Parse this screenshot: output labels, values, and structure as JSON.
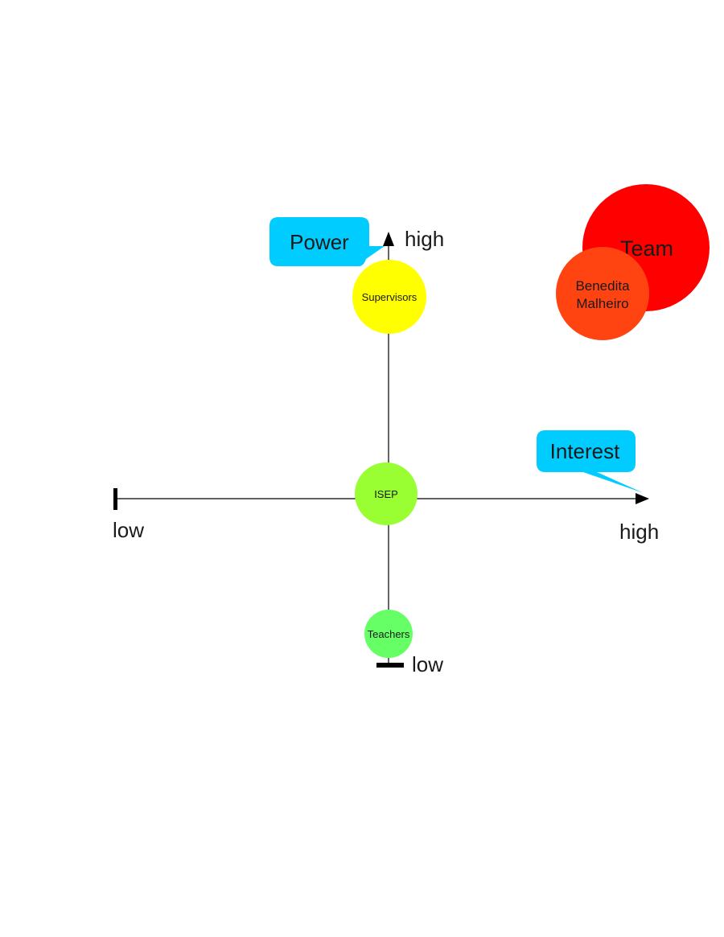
{
  "diagram": {
    "title": "Stakeholder power/interest matrix",
    "axes": {
      "power": {
        "callout": "Power",
        "high_label": "high",
        "low_label": "low"
      },
      "interest": {
        "callout": "Interest",
        "high_label": "high",
        "low_label": "low"
      }
    },
    "stakeholders": [
      {
        "id": "supervisors",
        "label": "Supervisors",
        "color": "#ffff00"
      },
      {
        "id": "isep",
        "label": "ISEP",
        "color": "#99ff33"
      },
      {
        "id": "teachers",
        "label": "Teachers",
        "color": "#66ff66"
      },
      {
        "id": "team",
        "label": "Team",
        "color": "#ff0000"
      },
      {
        "id": "benedita",
        "label_line1": "Benedita",
        "label_line2": "Malheiro",
        "color": "#ff4411"
      }
    ],
    "colors": {
      "callout": "#00ccff",
      "axis": "#000000"
    }
  }
}
